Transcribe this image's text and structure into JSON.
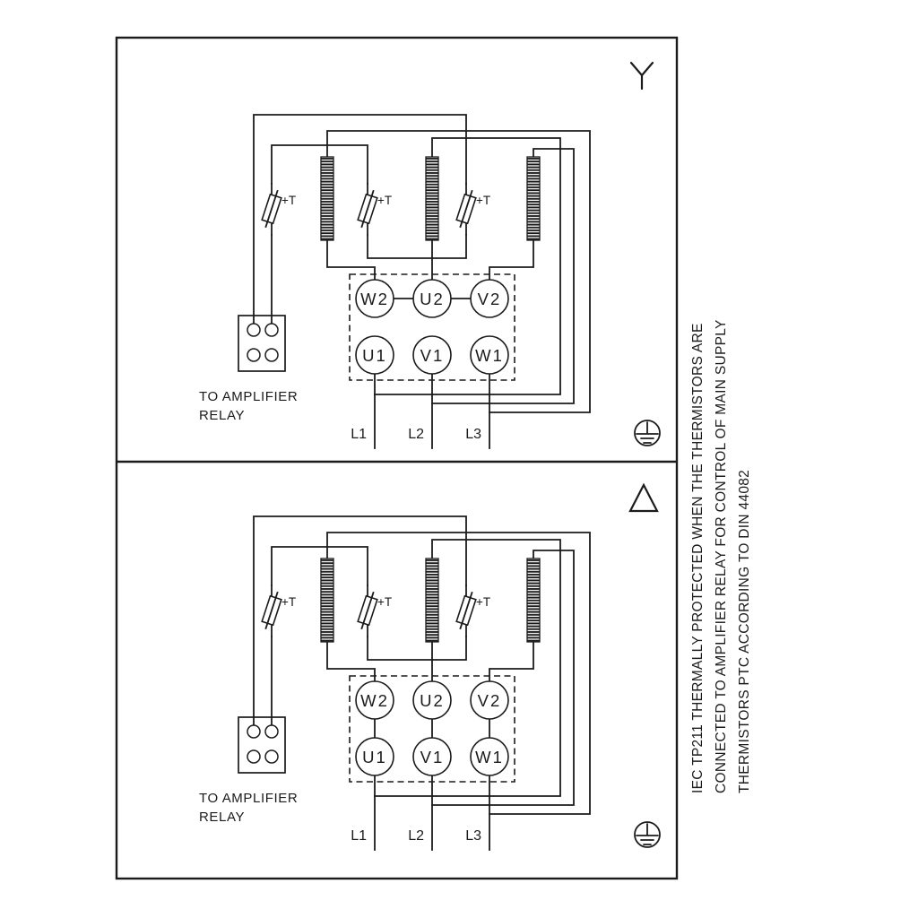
{
  "diagram": {
    "ink": "#1b1b1b",
    "bg": "#ffffff"
  },
  "panels": [
    {
      "id": "star",
      "connection": "star",
      "thermistor_labels": [
        "+T",
        "+T",
        "+T"
      ],
      "terminals_top": [
        "W2",
        "U2",
        "V2"
      ],
      "terminals_bottom": [
        "U1",
        "V1",
        "W1"
      ],
      "relay_caption": {
        "line1": "TO AMPLIFIER",
        "line2": "RELAY"
      },
      "supply_labels": [
        "L1",
        "L2",
        "L3"
      ]
    },
    {
      "id": "delta",
      "connection": "delta",
      "thermistor_labels": [
        "+T",
        "+T",
        "+T"
      ],
      "terminals_top": [
        "W2",
        "U2",
        "V2"
      ],
      "terminals_bottom": [
        "U1",
        "V1",
        "W1"
      ],
      "relay_caption": {
        "line1": "TO AMPLIFIER",
        "line2": "RELAY"
      },
      "supply_labels": [
        "L1",
        "L2",
        "L3"
      ]
    }
  ],
  "side_note": {
    "lines": [
      "IEC TP211 THERMALLY PROTECTED WHEN THE THERMISTORS ARE",
      "CONNECTED TO AMPLIFIER RELAY FOR CONTROL OF MAIN SUPPLY",
      "THERMISTORS PTC ACCORDING TO DIN 44082"
    ]
  }
}
